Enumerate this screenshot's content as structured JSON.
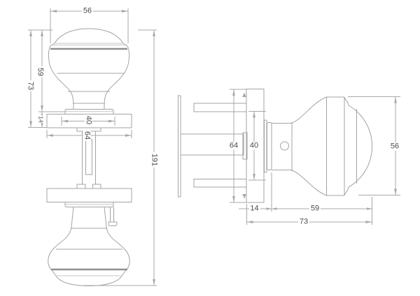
{
  "drawing": {
    "colors": {
      "background": "#ffffff",
      "line": "#a3a3a3",
      "line_emphasis": "#8f8f8f",
      "line_light": "#c6c6c6",
      "dimension": "#a8a8a8",
      "text": "#4a4a4a"
    },
    "views": {
      "front": {
        "dims": {
          "knob_diameter": "56",
          "knob_height": "59",
          "knob_with_rose": "73",
          "rose_thickness": "14",
          "collar_diameter": "40",
          "rose_diameter": "64",
          "overall_length": "191"
        }
      },
      "side": {
        "dims": {
          "rose_diameter": "64",
          "hub_width": "40",
          "knob_diameter": "56",
          "rose_depth": "14",
          "knob_projection": "59",
          "overall_projection": "73"
        }
      }
    }
  }
}
